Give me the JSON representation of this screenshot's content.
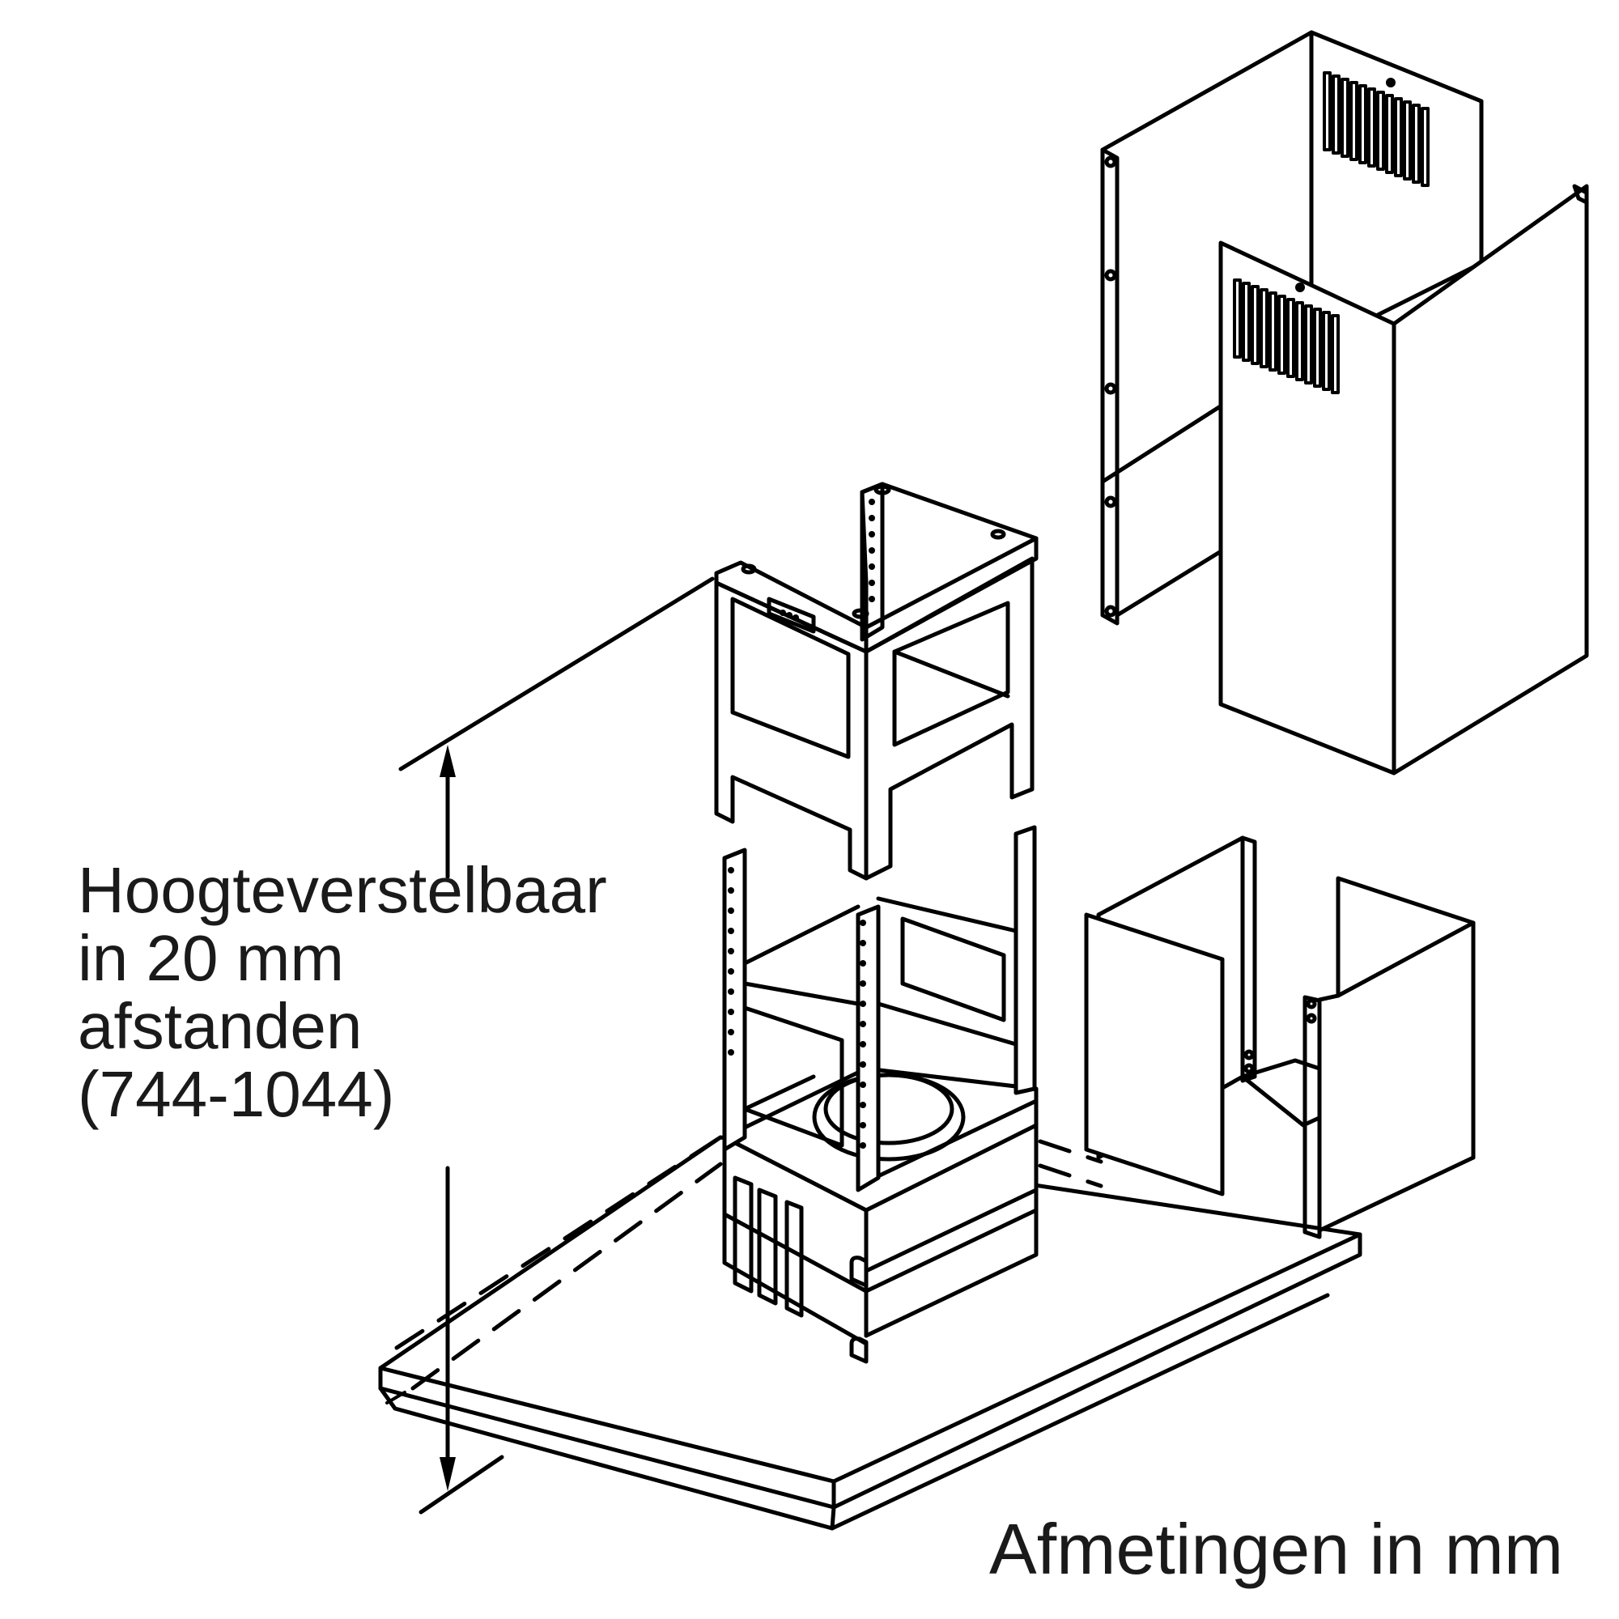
{
  "diagram": {
    "title": "Island range hood chimney assembly",
    "annotations": {
      "height_adjustable": {
        "lines": [
          "Hoogteverstelbaar",
          "in 20 mm",
          "afstanden",
          "(744-1044)"
        ],
        "range_min_mm": 744,
        "range_max_mm": 1044,
        "step_mm": 20
      },
      "units": "Afmetingen in mm"
    },
    "components": [
      {
        "id": "upper-chimney-cover-rear",
        "label": "upper chimney cover (rear half, vented)"
      },
      {
        "id": "upper-chimney-cover-front",
        "label": "upper chimney cover (front half, vented)"
      },
      {
        "id": "support-frame-upper",
        "label": "telescopic support frame (upper)"
      },
      {
        "id": "support-frame-lower",
        "label": "telescopic support frame (lower) with fan housing"
      },
      {
        "id": "lower-chimney-cover-left",
        "label": "lower chimney cover (left half)"
      },
      {
        "id": "lower-chimney-cover-right",
        "label": "lower chimney cover (right half)"
      },
      {
        "id": "hood-canopy",
        "label": "hood canopy"
      }
    ],
    "colors": {
      "line": "#000000",
      "background": "#ffffff",
      "text": "#1a1a1a"
    }
  }
}
